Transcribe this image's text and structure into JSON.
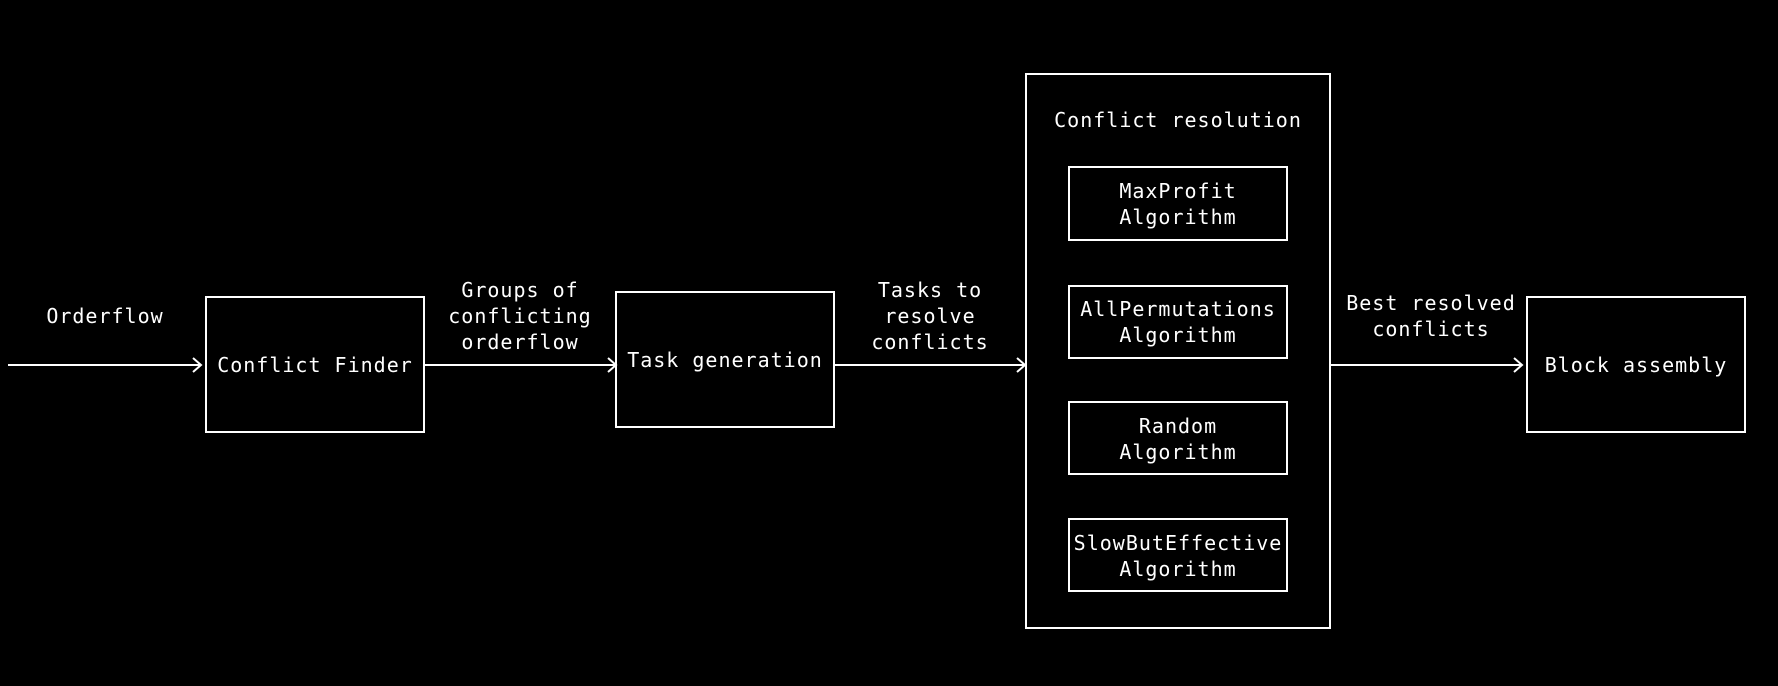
{
  "colors": {
    "background": "#000000",
    "foreground": "#ffffff"
  },
  "nodes": {
    "conflict_finder": "Conflict Finder",
    "task_generation": "Task generation",
    "conflict_resolution": {
      "title": "Conflict resolution",
      "algorithms": [
        {
          "line1": "MaxProfit",
          "line2": "Algorithm"
        },
        {
          "line1": "AllPermutations",
          "line2": "Algorithm"
        },
        {
          "line1": "Random",
          "line2": "Algorithm"
        },
        {
          "line1": "SlowButEffective",
          "line2": "Algorithm"
        }
      ]
    },
    "block_assembly": "Block assembly"
  },
  "edges": {
    "orderflow": {
      "line1": "Orderflow"
    },
    "groups": {
      "line1": "Groups of",
      "line2": "conflicting",
      "line3": "orderflow"
    },
    "tasks": {
      "line1": "Tasks to",
      "line2": "resolve",
      "line3": "conflicts"
    },
    "best": {
      "line1": "Best resolved",
      "line2": "conflicts"
    }
  }
}
